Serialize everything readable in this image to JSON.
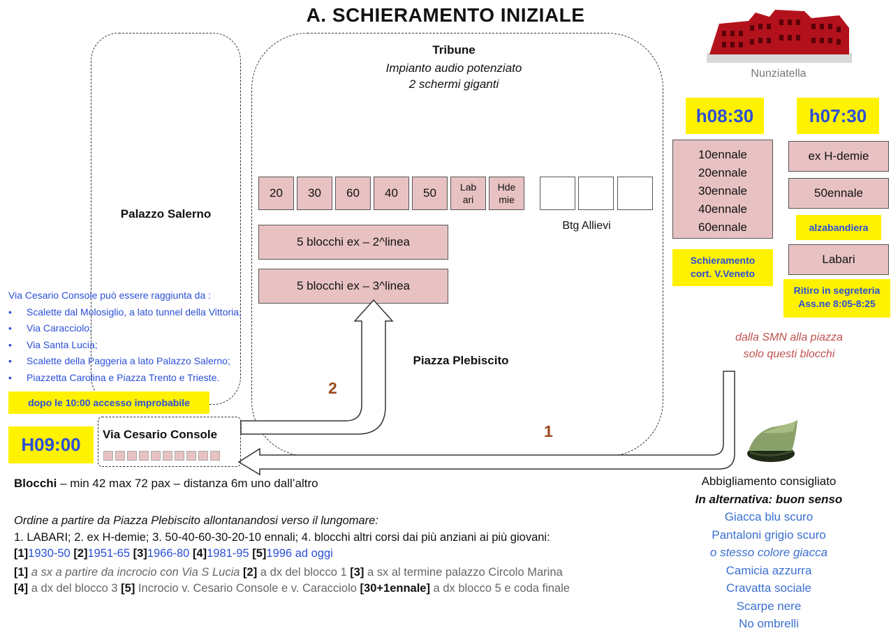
{
  "title": "A. SCHIERAMENTO INIZIALE",
  "logo": {
    "caption": "Nunziatella"
  },
  "palazzo": "Palazzo Salerno",
  "tribune": {
    "title": "Tribune",
    "line1": "Impianto audio potenziato",
    "line2": "2 schermi giganti"
  },
  "grid_cells": [
    "20",
    "30",
    "60",
    "40",
    "50",
    "Lab ari",
    "Hde mie",
    "",
    "",
    ""
  ],
  "btg": "Btg Allievi",
  "row2": "5 blocchi ex – 2^linea",
  "row3": "5 blocchi ex – 3^linea",
  "piazza": "Piazza Plebiscito",
  "arrow2": "2",
  "arrow1": "1",
  "left_info": {
    "heading": "Via Cesario Console può essere raggiunta da :",
    "items": [
      "Scalette dal Molosiglio, a lato tunnel della Vittoria;",
      "Via Caracciolo;",
      "Via Santa Lucia;",
      "Scalette della Paggeria a lato Palazzo Salerno;",
      "Piazzetta Carolina e Piazza Trento e Trieste."
    ],
    "warning": "dopo le 10:00 accesso improbabile"
  },
  "via": {
    "time": "H09:00",
    "name": "Via Cesario Console"
  },
  "col1": {
    "time": "h08:30",
    "items": [
      "10ennale",
      "20ennale",
      "30ennale",
      "40ennale",
      "60ennale"
    ],
    "note_line1": "Schieramento",
    "note_line2": "cort. V.Veneto"
  },
  "col2": {
    "time": "h07:30",
    "box1": "ex H-demie",
    "box2": "50ennale",
    "alzabandiera": "alzabandiera",
    "labari": "Labari",
    "ritiro_line1": "Ritiro in segreteria",
    "ritiro_line2": "Ass.ne 8:05-8:25"
  },
  "dalla": {
    "line1": "dalla SMN alla piazza",
    "line2": "solo questi blocchi"
  },
  "blocchi": {
    "bold": "Blocchi",
    "rest": " – min 42 max 72 pax – distanza 6m uno dall’altro"
  },
  "ordine": {
    "heading": "Ordine a partire da Piazza Plebiscito allontanandosi verso il lungomare:",
    "line": "1. LABARI; 2. ex H-demie; 3. 50-40-60-30-20-10 ennali; 4. blocchi altri corsi dai più anziani ai più giovani:",
    "ranges": [
      {
        "tag": "[1]",
        "val": "1930-50 "
      },
      {
        "tag": "[2]",
        "val": "1951-65 "
      },
      {
        "tag": "[3]",
        "val": "1966-80 "
      },
      {
        "tag": "[4]",
        "val": "1981-95 "
      },
      {
        "tag": "[5]",
        "val": "1996 ad oggi"
      }
    ],
    "pos1_tag": "[1]",
    "pos1_text": " a sx a partire da incrocio con Via S Lucia ",
    "pos2_tag": "[2]",
    "pos2_text": " a dx del blocco 1 ",
    "pos3_tag": "[3]",
    "pos3_text": " a sx al termine palazzo Circolo Marina",
    "pos4_tag": "[4]",
    "pos4_text": " a dx del blocco 3 ",
    "pos5_tag": "[5]",
    "pos5_text": " Incrocio v. Cesario Console e v. Caracciolo ",
    "pos6_tag": "[30+1ennale]",
    "pos6_text": " a dx blocco 5 e coda finale"
  },
  "abbigliamento": {
    "heading": "Abbigliamento consigliato",
    "alt": "In alternativa: buon senso",
    "items": [
      "Giacca blu scuro",
      "Pantaloni grigio scuro",
      "o stesso colore giacca",
      "Camicia azzurra",
      "Cravatta sociale",
      "Scarpe nere",
      "No ombrelli"
    ]
  },
  "colors": {
    "pink": "#e8c2c3",
    "yellow": "#fff200",
    "blue": "#2b4fd6",
    "number": "#9a4a1c",
    "red_italic": "#c0504d"
  }
}
